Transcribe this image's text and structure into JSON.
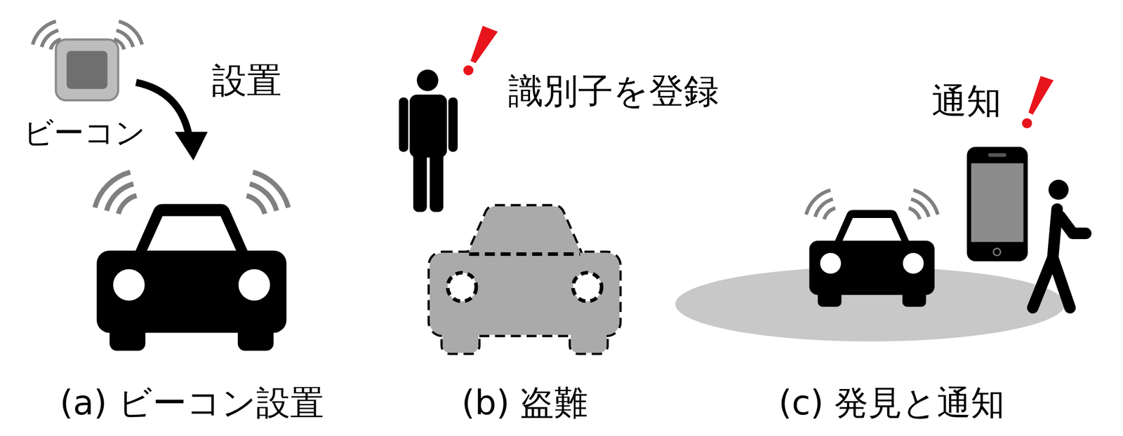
{
  "diagram": {
    "labels": [
      "ビーコン",
      "設置",
      "識別子を登録",
      "通知",
      "(a) ビーコン設置",
      "(b) 盗難",
      "(c) 発見と通知"
    ]
  }
}
